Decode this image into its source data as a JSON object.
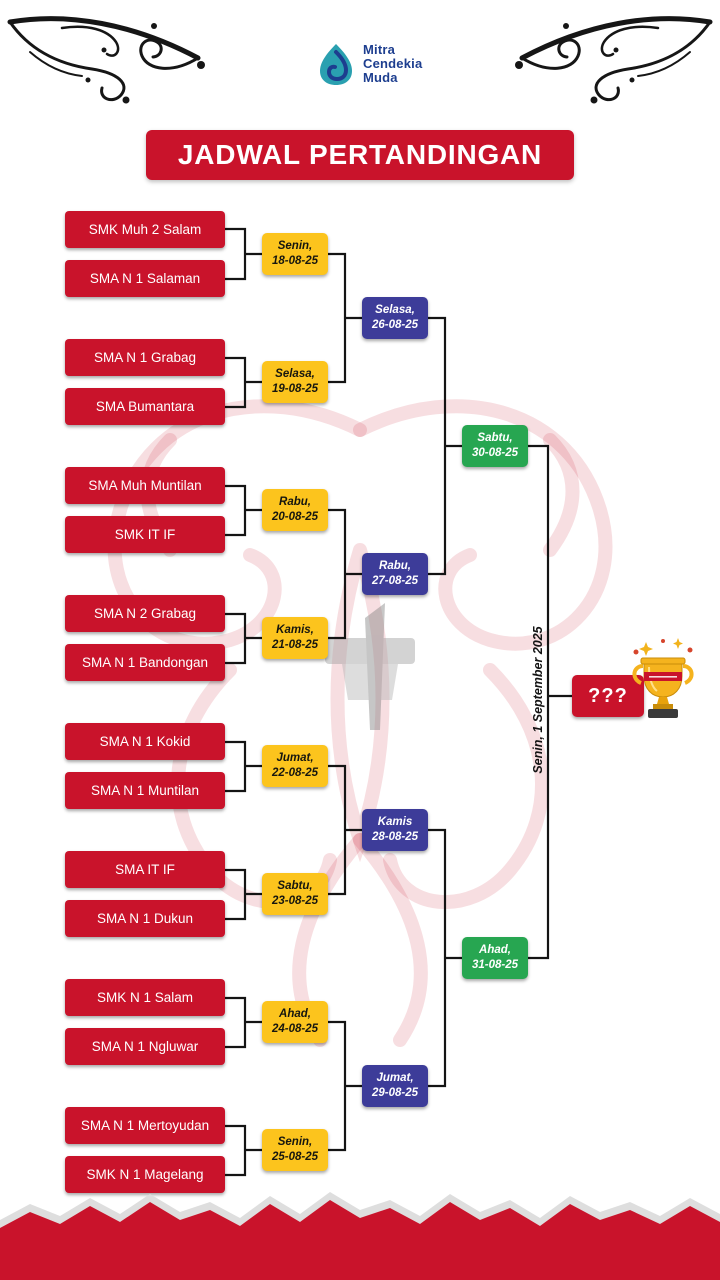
{
  "colors": {
    "red": "#c9132b",
    "yellow": "#fcc41d",
    "indigo": "#3d3c99",
    "green": "#27a651",
    "logo-blue": "#1d3e8f",
    "logo-teal": "#2aa0b0",
    "ink": "#141414"
  },
  "icons": {
    "logo-icon": "teal-water-drop-swirl",
    "flourish-icon": "black-calligraphic-swirl",
    "trophy-icon": "gold-champion-trophy",
    "watermark-icon": "faint-red-garuda-ornament"
  },
  "header": {
    "logo_lines": [
      "Mitra",
      "Cendekia",
      "Muda"
    ],
    "title": "JADWAL PERTANDINGAN"
  },
  "bracket": {
    "teams": [
      "SMK Muh 2 Salam",
      "SMA N 1 Salaman",
      "SMA N 1 Grabag",
      "SMA Bumantara",
      "SMA Muh Muntilan",
      "SMK IT IF",
      "SMA N 2 Grabag",
      "SMA N 1 Bandongan",
      "SMA N 1 Kokid",
      "SMA N 1 Muntilan",
      "SMA IT IF",
      "SMA N 1 Dukun",
      "SMK N 1 Salam",
      "SMA N 1 Ngluwar",
      "SMA N 1 Mertoyudan",
      "SMK N 1 Magelang"
    ],
    "round1": [
      {
        "day": "Senin,",
        "date": "18-08-25"
      },
      {
        "day": "Selasa,",
        "date": "19-08-25"
      },
      {
        "day": "Rabu,",
        "date": "20-08-25"
      },
      {
        "day": "Kamis,",
        "date": "21-08-25"
      },
      {
        "day": "Jumat,",
        "date": "22-08-25"
      },
      {
        "day": "Sabtu,",
        "date": "23-08-25"
      },
      {
        "day": "Ahad,",
        "date": "24-08-25"
      },
      {
        "day": "Senin,",
        "date": "25-08-25"
      }
    ],
    "round2": [
      {
        "day": "Selasa,",
        "date": "26-08-25"
      },
      {
        "day": "Rabu,",
        "date": "27-08-25"
      },
      {
        "day": "Kamis",
        "date": "28-08-25"
      },
      {
        "day": "Jumat,",
        "date": "29-08-25"
      }
    ],
    "round3": [
      {
        "day": "Sabtu,",
        "date": "30-08-25"
      },
      {
        "day": "Ahad,",
        "date": "31-08-25"
      }
    ],
    "final": {
      "placeholder": "???",
      "date_note": "Senin, 1 September 2025"
    }
  }
}
